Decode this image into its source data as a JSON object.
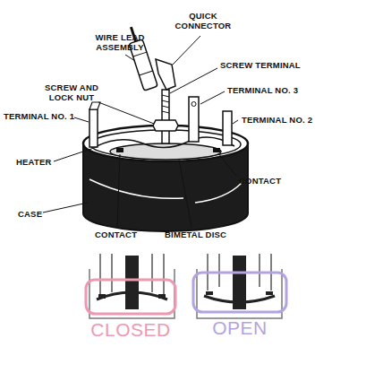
{
  "diagram": {
    "nodes": [
      {
        "text": [
          "CLOSED"
        ]
      },
      {
        "text": [
          "OPEN"
        ]
      }
    ],
    "labels": [
      "WIRE LEAD ASSEMBLY",
      "QUICK CONNECTOR",
      "SCREW TERMINAL",
      "SCREW AND LOCK NUT",
      "TERMINAL NO. 3",
      "TERMINAL NO. 1",
      "TERMINAL NO. 2",
      "HEATER",
      "CONTACT",
      "CASE",
      "CONTACT",
      "BIMETAL DISC"
    ]
  }
}
